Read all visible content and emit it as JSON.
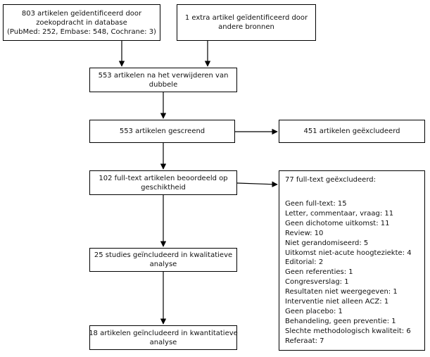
{
  "boxes": {
    "search": [
      "803 artikelen geïdentificeerd door",
      "zoekopdracht in database",
      "(PubMed: 252, Embase: 548, Cochrane: 3)"
    ],
    "other_sources": [
      "1 extra artikel geïdentificeerd  door",
      "andere bronnen"
    ],
    "after_dedup": [
      "553 artikelen na het verwijderen van",
      "dubbele"
    ],
    "screened": [
      "553 artikelen gescreend"
    ],
    "excluded": [
      "451 artikelen geëxcludeerd"
    ],
    "fulltext": [
      "102 full-text artikelen beoordeeld op",
      "geschiktheid"
    ],
    "qualitative": [
      "25 studies geïncludeerd in kwalitatieve",
      "analyse"
    ],
    "quantitative": [
      "18 artikelen geïncludeerd in kwantitatieve",
      "analyse"
    ]
  },
  "fulltext_excluded": {
    "title": "77 full-text geëxcludeerd:",
    "reasons": [
      "Geen full-text: 15",
      "Letter, commentaar, vraag: 11",
      "Geen dichotome uitkomst: 11",
      "Review: 10",
      "Niet gerandomiseerd: 5",
      "Uitkomst niet-acute hoogteziekte: 4",
      "Editorial: 2",
      "Geen referenties: 1",
      "Congresverslag: 1",
      "Resultaten niet weergegeven: 1",
      "Interventie niet alleen ACZ: 1",
      "Geen placebo: 1",
      "Behandeling, geen preventie: 1",
      "Slechte methodologisch kwaliteit: 6",
      "Referaat: 7"
    ]
  }
}
